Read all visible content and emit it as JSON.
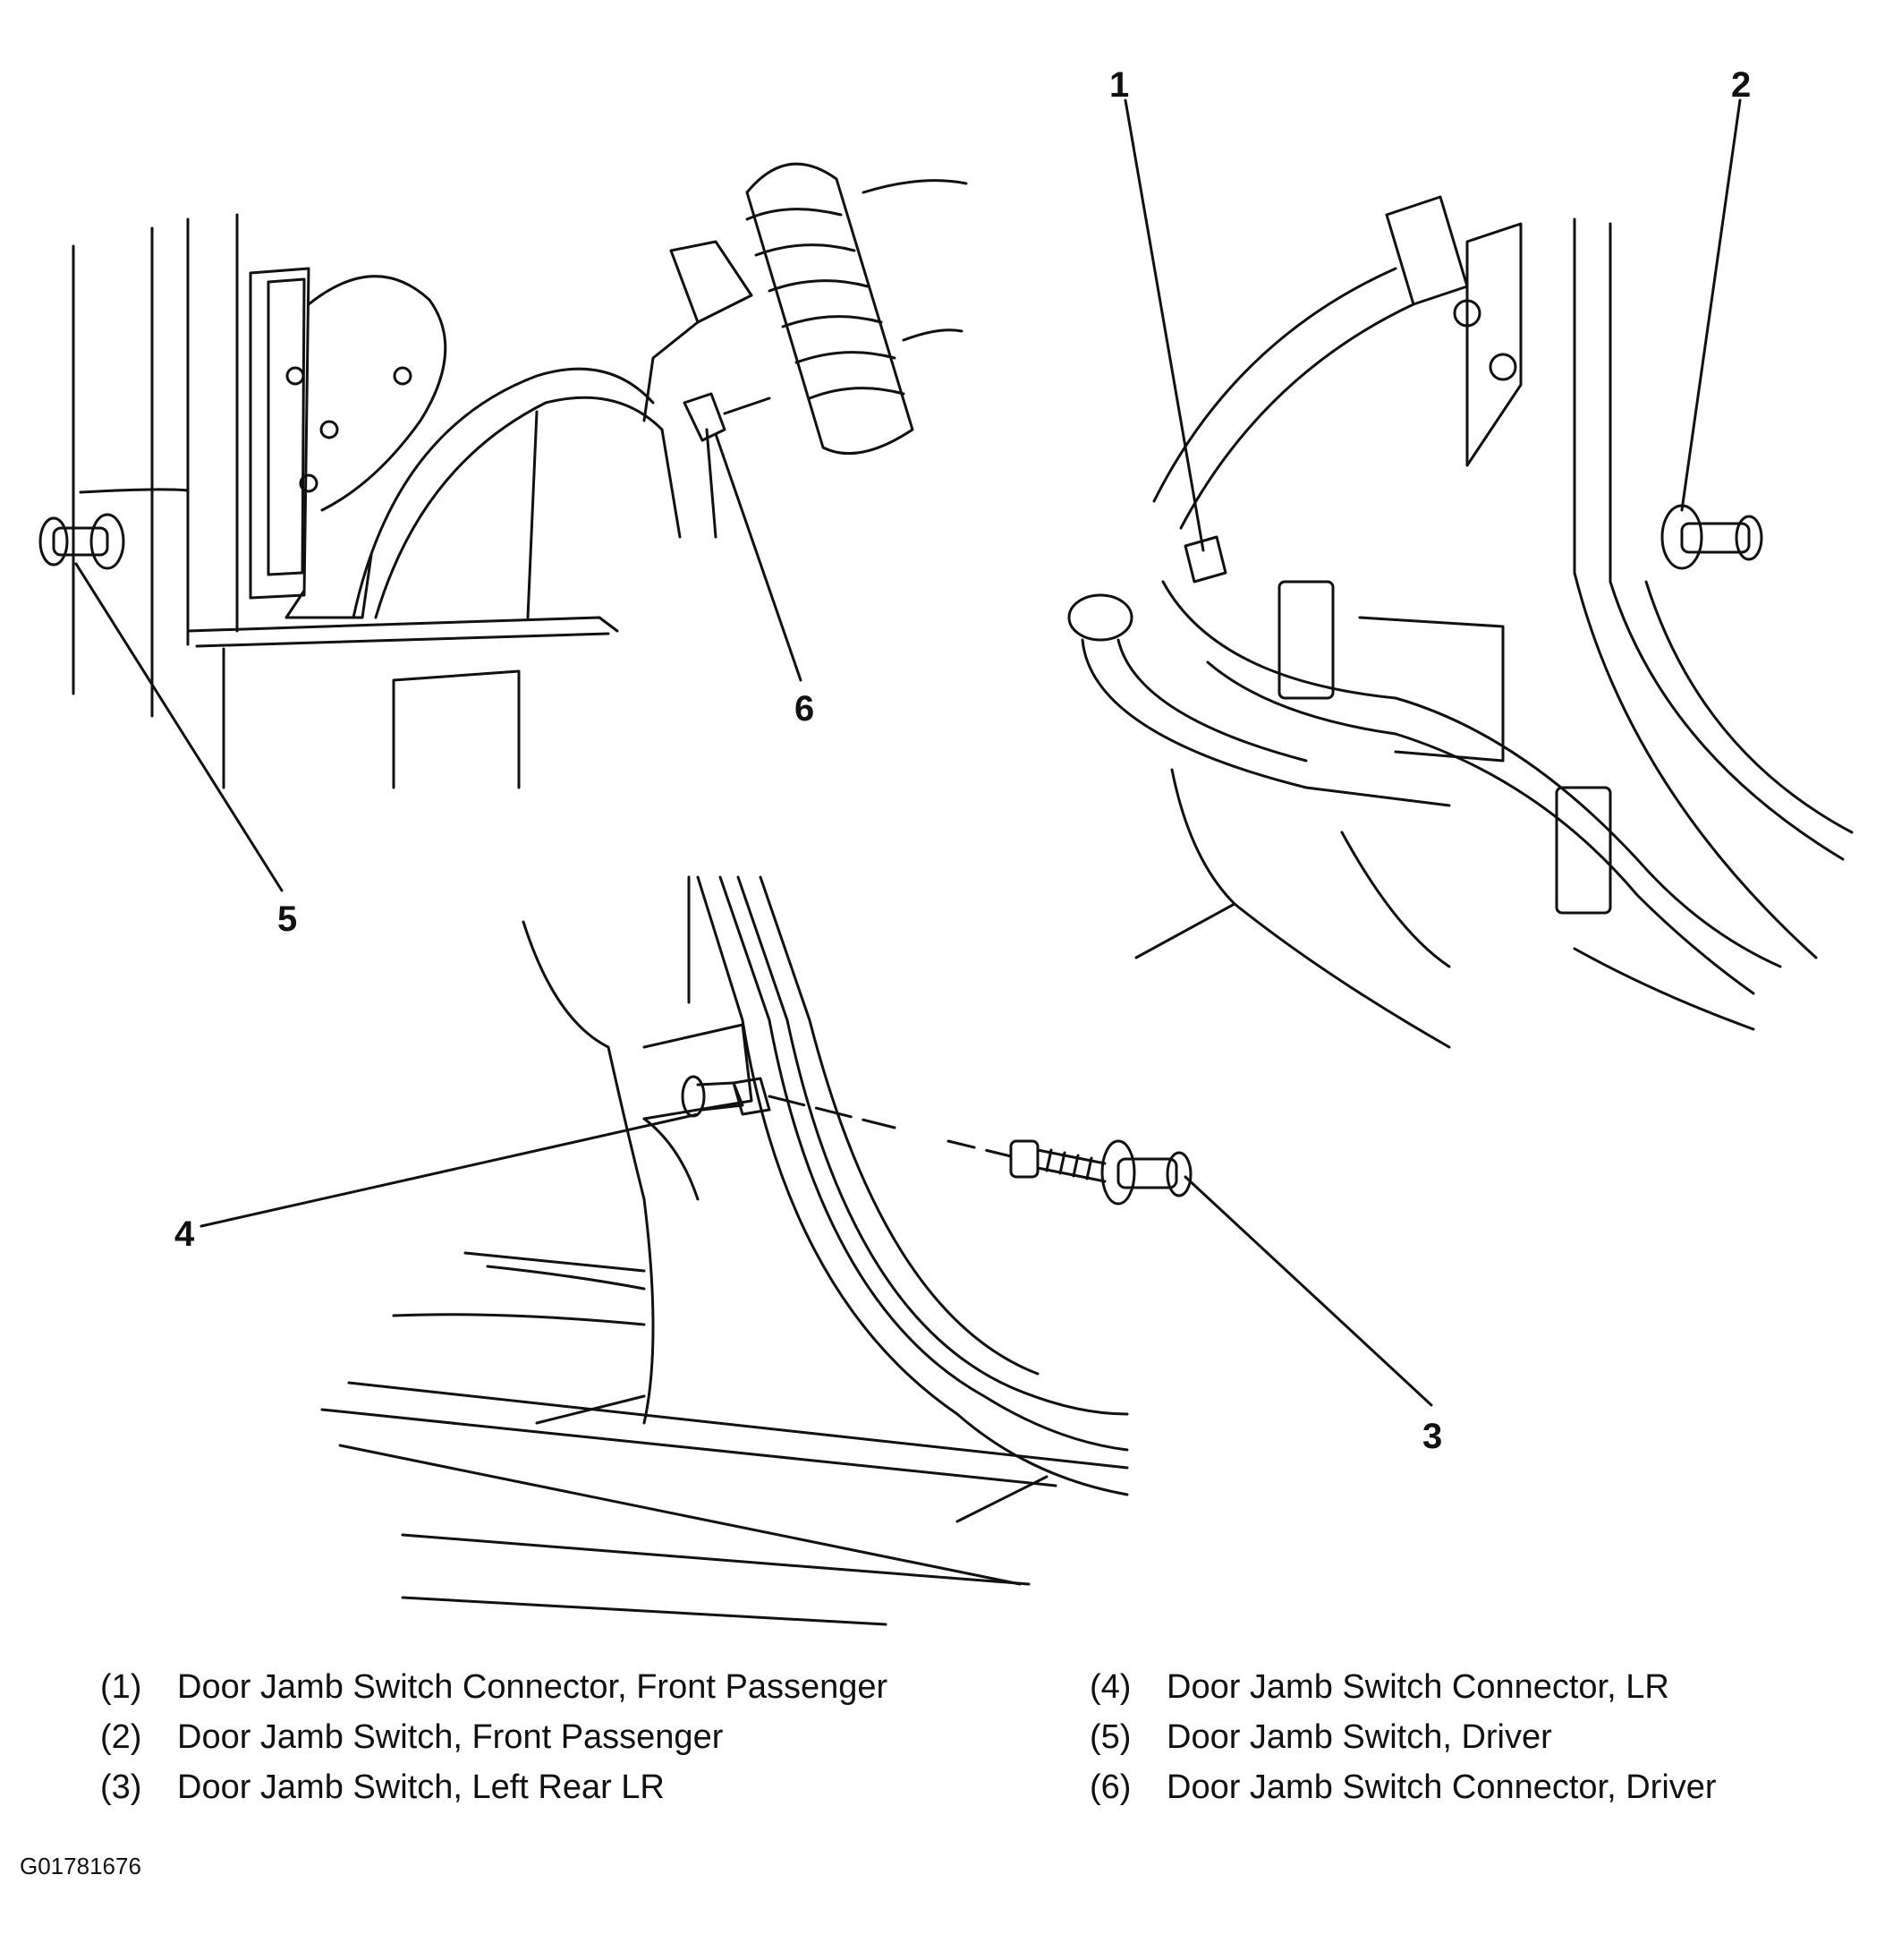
{
  "figure_id": "G01781676",
  "callouts": [
    "1",
    "2",
    "3",
    "4",
    "5",
    "6"
  ],
  "legend": {
    "left": [
      {
        "num": "(1)",
        "text": "Door Jamb Switch Connector, Front Passenger"
      },
      {
        "num": "(2)",
        "text": "Door Jamb Switch, Front Passenger"
      },
      {
        "num": "(3)",
        "text": "Door Jamb Switch, Left Rear LR"
      }
    ],
    "right": [
      {
        "num": "(4)",
        "text": "Door Jamb Switch Connector, LR"
      },
      {
        "num": "(5)",
        "text": "Door Jamb Switch, Driver"
      },
      {
        "num": "(6)",
        "text": "Door Jamb Switch Connector, Driver"
      }
    ]
  }
}
